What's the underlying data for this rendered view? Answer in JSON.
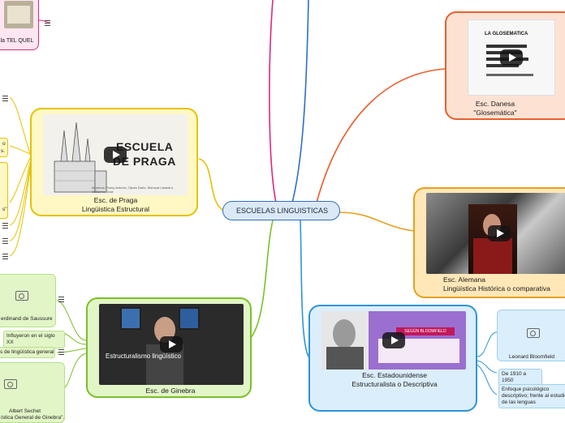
{
  "center": {
    "title": "ESCUELAS LINGUISTICAS"
  },
  "nodes": {
    "praga": {
      "line1": "Esc. de Praga",
      "line2": "Lingüistica Estructural",
      "thumb_title_1": "ESCUELA",
      "thumb_title_2": "DE PRAGA",
      "thumb_caption": "Alumnos: Romy Antonio, Ojeda Darío, Moreyra Lisandro, Guillermo José"
    },
    "ginebra": {
      "line1": "Esc. de Ginebra",
      "thumb_caption": "Estructuralismo lingüístico"
    },
    "danesa": {
      "line1": "Esc. Danesa",
      "line2": "\"Glosemática\"",
      "thumb_title": "LA GLOSEMATICA"
    },
    "alemana": {
      "line1": "Esc. Alemana",
      "line2": "Lingüística Histórica o comparativa"
    },
    "estadounidense": {
      "line1": "Esc. Estadounidense",
      "line2": "Estructuralista o Descriptiva",
      "thumb_title": "SEGÚN BLOOMFIELD"
    }
  },
  "telquel": {
    "label": "la TEL QUEL"
  },
  "left_fragments": [
    "o",
    "s.",
    "s\""
  ],
  "ginebra_children": {
    "saussure": "erdinand de Saussure",
    "siglo": "Influyeron en el siglo XX",
    "curso": "s de lingüística general",
    "sechet_1": "Albert Sechet",
    "sechet_2": "ística General de Ginebra\"."
  },
  "estadounidense_children": {
    "bloomfield": "Leonard Bloomfield",
    "years": "De 1910 a 1950",
    "enfoque": "Enfoque psicológico descriptivo; frente al estudio de las lenguas"
  }
}
